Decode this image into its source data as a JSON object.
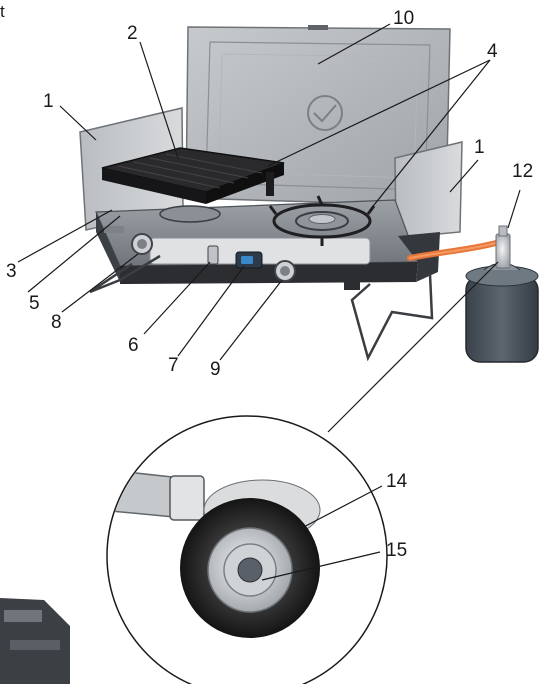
{
  "edge_fragment": "t",
  "callouts": {
    "c1a": "1",
    "c1b": "1",
    "c2": "2",
    "c3": "3",
    "c4": "4",
    "c5": "5",
    "c6": "6",
    "c7": "7",
    "c8": "8",
    "c9": "9",
    "c10": "10",
    "c12": "12",
    "c14": "14",
    "c15": "15"
  },
  "colors": {
    "panel_light": "#d6d8da",
    "panel_mid": "#aeb2b6",
    "panel_dark": "#7d8287",
    "body_dark": "#2b2d30",
    "griddle": "#1c1c1e",
    "hose": "#e8763a",
    "canister": "#4d5660",
    "seal": "#232323",
    "metal": "#c9cccf"
  }
}
